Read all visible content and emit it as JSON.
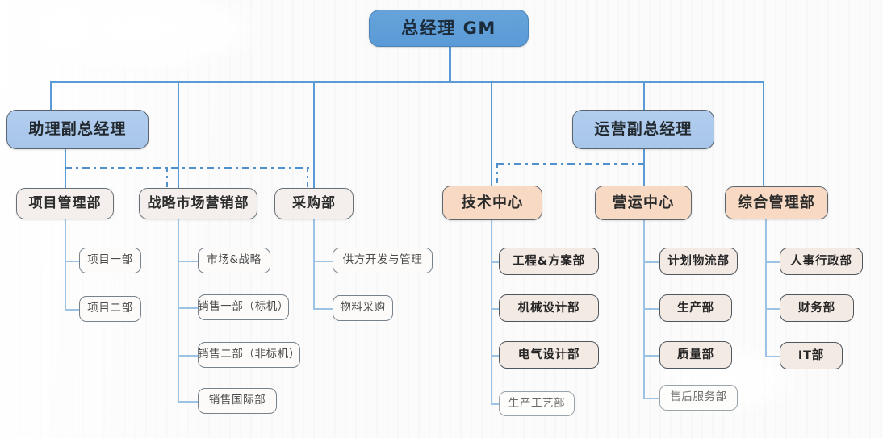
{
  "chart": {
    "type": "org-chart",
    "title": "总经理 GM",
    "root": {
      "label": "总经理 GM",
      "level": 0,
      "style": "gm"
    },
    "executives": [
      {
        "label": "助理副总经理",
        "style": "vp"
      },
      {
        "label": "运营副总经理",
        "style": "vp"
      }
    ],
    "departments": [
      {
        "label": "项目管理部",
        "style": "plain"
      },
      {
        "label": "战略市场营销部",
        "style": "plain"
      },
      {
        "label": "采购部",
        "style": "plain"
      },
      {
        "label": "技术中心",
        "style": "peach"
      },
      {
        "label": "营运中心",
        "style": "peach"
      },
      {
        "label": "综合管理部",
        "style": "peach"
      }
    ],
    "groups": [
      {
        "parent": "项目管理部",
        "children": [
          {
            "label": "项目一部",
            "style": "leaf"
          },
          {
            "label": "项目二部",
            "style": "leaf"
          }
        ]
      },
      {
        "parent": "战略市场营销部",
        "children": [
          {
            "label": "市场&战略",
            "style": "leaf"
          },
          {
            "label": "销售一部（标机）",
            "style": "leaf"
          },
          {
            "label": "销售二部（非标机）",
            "style": "leaf"
          },
          {
            "label": "销售国际部",
            "style": "leaf"
          }
        ]
      },
      {
        "parent": "采购部",
        "children": [
          {
            "label": "供方开发与管理",
            "style": "leaf"
          },
          {
            "label": "物料采购",
            "style": "leaf"
          }
        ]
      },
      {
        "parent": "技术中心",
        "children": [
          {
            "label": "工程&方案部",
            "style": "leaf-strong"
          },
          {
            "label": "机械设计部",
            "style": "leaf-strong"
          },
          {
            "label": "电气设计部",
            "style": "leaf-strong"
          },
          {
            "label": "生产工艺部",
            "style": "leaf-faint"
          }
        ]
      },
      {
        "parent": "营运中心",
        "children": [
          {
            "label": "计划物流部",
            "style": "leaf-strong"
          },
          {
            "label": "生产部",
            "style": "leaf-strong"
          },
          {
            "label": "质量部",
            "style": "leaf-strong"
          },
          {
            "label": "售后服务部",
            "style": "leaf-faint"
          }
        ]
      },
      {
        "parent": "综合管理部",
        "children": [
          {
            "label": "人事行政部",
            "style": "leaf-strong"
          },
          {
            "label": "财务部",
            "style": "leaf-strong"
          },
          {
            "label": "IT部",
            "style": "leaf-strong"
          }
        ]
      }
    ],
    "colors": {
      "connector": "#5b9bd5",
      "connector_light": "#9cc3e5",
      "gm_fill": "#5a9ad6",
      "vp_fill": "#a7c6ea",
      "dept_plain_fill": "#f4efec",
      "dept_peach_fill": "#f7d9c4",
      "leaf_fill": "#fcfbfa",
      "border_dark": "#5d666e",
      "background": "#f9f9f8"
    },
    "dotted_relations": [
      {
        "from": "助理副总经理",
        "to": [
          "战略市场营销部",
          "采购部"
        ],
        "style": "dash-dot"
      },
      {
        "from": "运营副总经理",
        "to": [
          "技术中心"
        ],
        "style": "dash-dot"
      }
    ]
  }
}
